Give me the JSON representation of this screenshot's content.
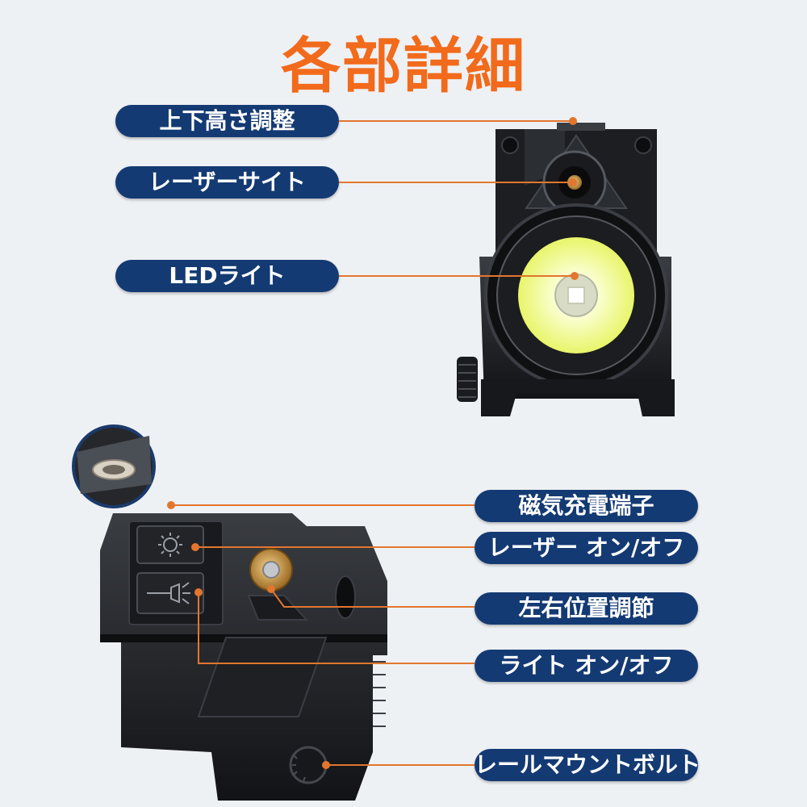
{
  "title": "各部詳細",
  "colors": {
    "title": "#f26a1b",
    "label_bg": "#143a73",
    "label_text": "#ffffff",
    "leader_line": "#e2762f",
    "background": "#eef1f4"
  },
  "top_labels": [
    {
      "text": "上下高さ調整"
    },
    {
      "text": "レーザーサイト"
    },
    {
      "text": "LEDライト"
    }
  ],
  "bottom_labels": [
    {
      "text": "磁気充電端子"
    },
    {
      "text": "レーザー オン/オフ"
    },
    {
      "text": "左右位置調節"
    },
    {
      "text": "ライト オン/オフ"
    },
    {
      "text": "レールマウントボルト"
    }
  ],
  "icons": {
    "laser_button": "sun-icon",
    "light_button": "flashlight-icon"
  }
}
